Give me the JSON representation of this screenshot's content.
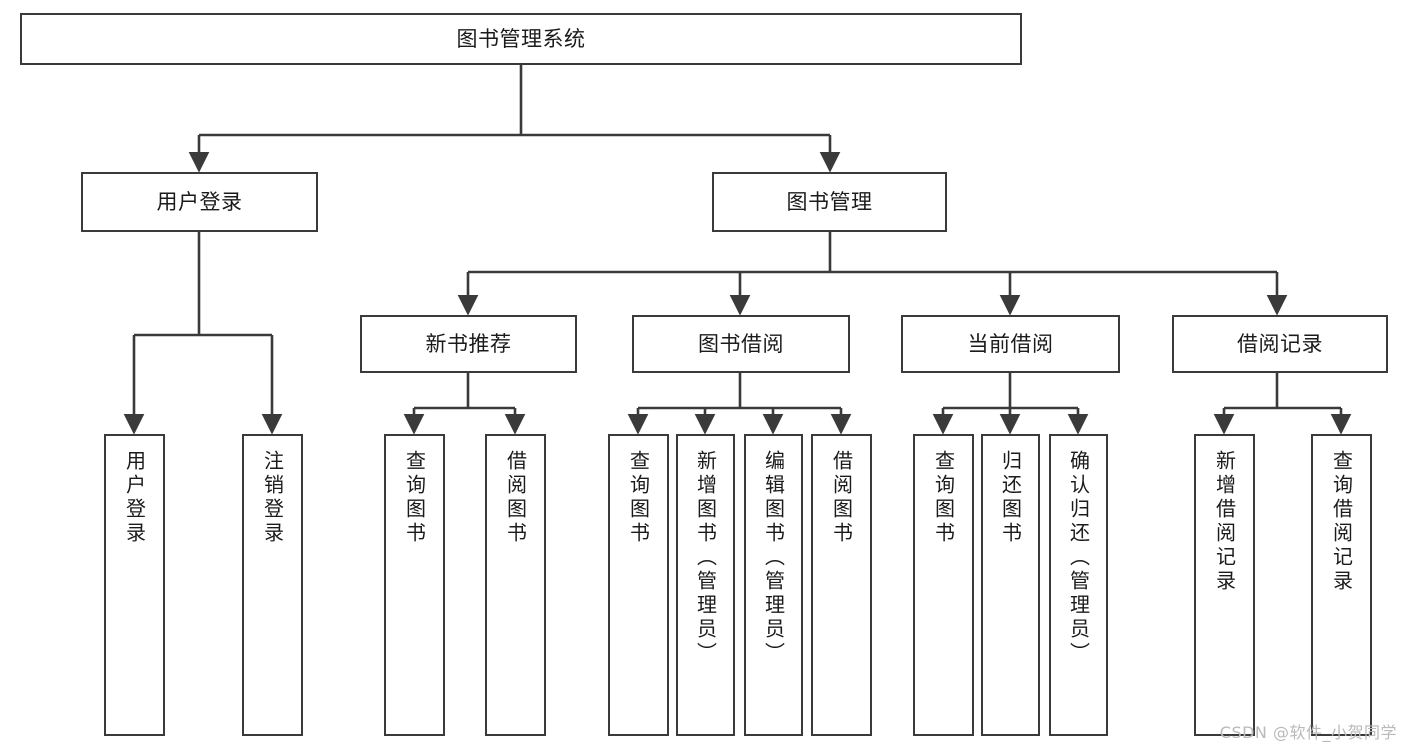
{
  "diagram": {
    "title": "图书管理系统",
    "type": "tree-hierarchy",
    "watermark": "CSDN @软件_小贺同学",
    "colors": {
      "border": "#3a3a3a",
      "fill": "#ffffff",
      "text": "#1b1b1b",
      "edge": "#3a3a3a",
      "watermark": "#b9b9b9"
    },
    "root": {
      "label": "图书管理系统"
    },
    "level2": [
      {
        "label": "用户登录"
      },
      {
        "label": "图书管理"
      }
    ],
    "level3": [
      {
        "label": "新书推荐"
      },
      {
        "label": "图书借阅"
      },
      {
        "label": "当前借阅"
      },
      {
        "label": "借阅记录"
      }
    ],
    "leaves": {
      "user_login": [
        {
          "label": "用户登录"
        },
        {
          "label": "注销登录"
        }
      ],
      "new_book": [
        {
          "label": "查询图书"
        },
        {
          "label": "借阅图书"
        }
      ],
      "book_borrow": [
        {
          "label": "查询图书"
        },
        {
          "label": "新增图书（管理员）"
        },
        {
          "label": "编辑图书（管理员）"
        },
        {
          "label": "借阅图书"
        }
      ],
      "current_borrow": [
        {
          "label": "查询图书"
        },
        {
          "label": "归还图书"
        },
        {
          "label": "确认归还（管理员）"
        }
      ],
      "borrow_record": [
        {
          "label": "新增借阅记录"
        },
        {
          "label": "查询借阅记录"
        }
      ]
    }
  }
}
